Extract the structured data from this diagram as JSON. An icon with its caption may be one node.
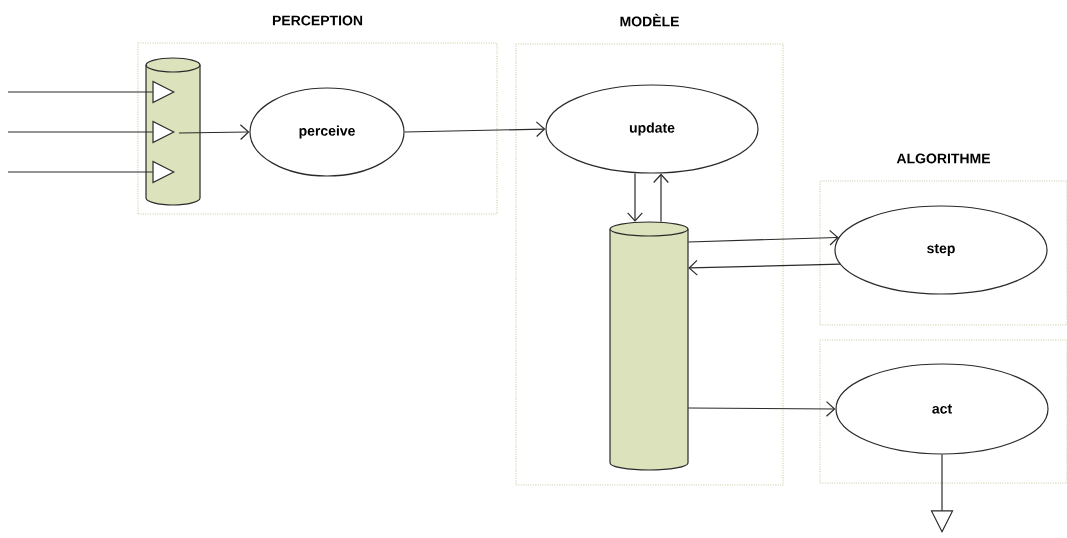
{
  "diagram": {
    "nodes": [
      {
        "text": [
          "PERCEPTION"
        ]
      },
      {
        "text": [],
        "shape": "cylinder",
        "in": 0
      },
      {
        "text": [
          "perceive"
        ],
        "in": 0
      },
      {
        "text": [
          "MODÈLE"
        ]
      },
      {
        "text": [
          "update"
        ],
        "in": 3
      },
      {
        "text": [],
        "shape": "cylinder",
        "in": 3
      },
      {
        "text": [
          "ALGORITHME"
        ]
      },
      {
        "text": [
          "step"
        ],
        "in": 6
      },
      {
        "text": [],
        "shape": "box"
      },
      {
        "text": [
          "act"
        ],
        "in": 8
      }
    ],
    "edges": [
      {
        "from": null,
        "to": 1,
        "arrow": "to"
      },
      {
        "from": null,
        "to": 1,
        "arrow": "to"
      },
      {
        "from": null,
        "to": 1,
        "arrow": "to"
      },
      {
        "from": 1,
        "to": 2,
        "arrow": "to"
      },
      {
        "from": 2,
        "to": 4,
        "arrow": "to"
      },
      {
        "from": 4,
        "to": 5,
        "arrow": "to"
      },
      {
        "from": 5,
        "to": 4,
        "arrow": "to"
      },
      {
        "from": 5,
        "to": 7,
        "arrow": "to"
      },
      {
        "from": 7,
        "to": 5,
        "arrow": "to"
      },
      {
        "from": 5,
        "to": 9,
        "arrow": "to"
      },
      {
        "from": 9,
        "to": null,
        "arrow": "to"
      }
    ]
  }
}
